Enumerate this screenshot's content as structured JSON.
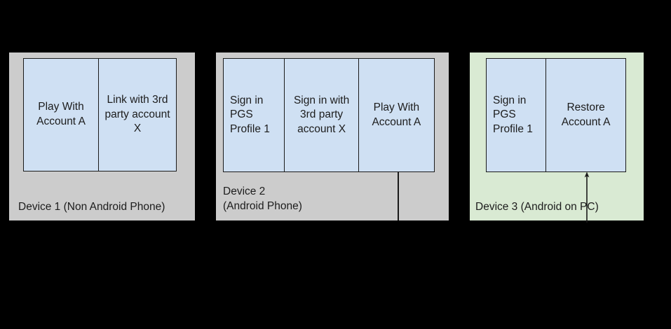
{
  "diagram": {
    "background_color": "#000000",
    "box_fill_color": "#cfe0f3",
    "stroke_color": "#1a1a1a",
    "panels": [
      {
        "id": "device-1",
        "label": "Device 1 (Non Android Phone)",
        "background_color": "#cccccc",
        "steps": [
          {
            "text": "Play With\nAccount A",
            "align": "center"
          },
          {
            "text": "Link with\n3rd party\naccount X",
            "align": "center"
          }
        ]
      },
      {
        "id": "device-2",
        "label": "Device 2\n(Android Phone)",
        "background_color": "#cccccc",
        "steps": [
          {
            "text": "Sign in\nPGS\nProfile 1",
            "align": "left"
          },
          {
            "text": "Sign in\nwith 3rd\nparty\naccount X",
            "align": "center"
          },
          {
            "text": "Play With\nAccount A",
            "align": "center"
          }
        ]
      },
      {
        "id": "device-3",
        "label": "Device 3 (Android on PC)",
        "background_color": "#d9ead3",
        "steps": [
          {
            "text": "Sign in\nPGS\nProfile 1",
            "align": "left"
          },
          {
            "text": "Restore\nAccount A",
            "align": "center"
          }
        ]
      }
    ],
    "connectors": [
      {
        "id": "device-2-drop-line",
        "from": "device-2-step-3",
        "arrowhead": false
      },
      {
        "id": "device-3-restore-arrow",
        "to": "device-3-step-2",
        "arrowhead": true
      }
    ]
  }
}
